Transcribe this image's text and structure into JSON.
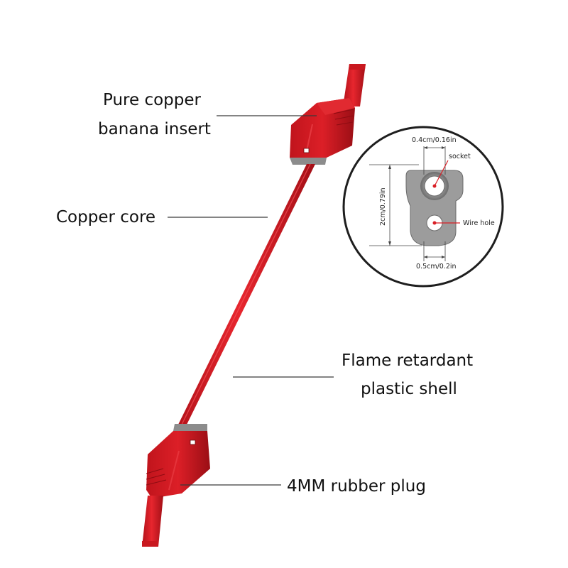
{
  "labels": {
    "top_line1": "Pure copper",
    "top_line2": "banana insert",
    "core": "Copper core",
    "shell_line1": "Flame retardant",
    "shell_line2": "plastic shell",
    "plug": "4MM rubber plug"
  },
  "inset": {
    "top_dim": "0.4cm/0.16in",
    "socket": "socket",
    "height_dim": "2cm/0.79in",
    "wire_hole": "Wire hole",
    "bottom_dim": "0.5cm/0.2in"
  },
  "colors": {
    "lead_red": "#d81c24",
    "lead_dark": "#9e0f16",
    "connector_gray": "#8a8a8a",
    "inset_border": "#222222"
  }
}
